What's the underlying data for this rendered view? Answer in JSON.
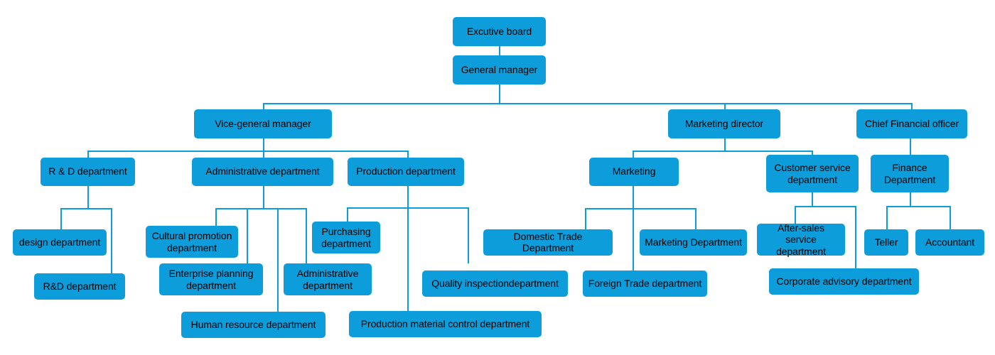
{
  "chart_data": {
    "type": "diagram",
    "subtype": "organizational-chart",
    "title": "",
    "orientation": "top-down",
    "node_fill_color": "#0d9ddb",
    "connector_color": "#0d9ddb",
    "text_color": "#000000",
    "background_color": "#ffffff",
    "levels": 5,
    "nodes": [
      {
        "id": "executive-board",
        "label": "Excutive board",
        "level": 0,
        "parent": null
      },
      {
        "id": "general-manager",
        "label": "General manager",
        "level": 1,
        "parent": "executive-board"
      },
      {
        "id": "vice-general-manager",
        "label": "Vice-general  manager",
        "level": 2,
        "parent": "general-manager"
      },
      {
        "id": "marketing-director",
        "label": "Marketing   director",
        "level": 2,
        "parent": "general-manager"
      },
      {
        "id": "chief-financial-officer",
        "label": "Chief Financial  officer",
        "level": 2,
        "parent": "general-manager"
      },
      {
        "id": "rd-department",
        "label": "R & D department",
        "level": 3,
        "parent": "vice-general-manager"
      },
      {
        "id": "administrative-department",
        "label": "Administrative  department",
        "level": 3,
        "parent": "vice-general-manager"
      },
      {
        "id": "production-department",
        "label": "Production  department",
        "level": 3,
        "parent": "vice-general-manager"
      },
      {
        "id": "marketing",
        "label": "Marketing",
        "level": 3,
        "parent": "marketing-director"
      },
      {
        "id": "customer-service-department",
        "label": "Customer service\ndepartment",
        "level": 3,
        "parent": "marketing-director"
      },
      {
        "id": "finance-department",
        "label": "Finance\nDepartment",
        "level": 3,
        "parent": "chief-financial-officer"
      },
      {
        "id": "design-department",
        "label": "design department",
        "level": 4,
        "parent": "rd-department"
      },
      {
        "id": "rd-department-sub",
        "label": "R&D department",
        "level": 4,
        "parent": "rd-department"
      },
      {
        "id": "cultural-promotion-department",
        "label": "Cultural promotion\ndepartment",
        "level": 4,
        "parent": "administrative-department"
      },
      {
        "id": "enterprise-planning-department",
        "label": "Enterprise planning\ndepartment",
        "level": 4,
        "parent": "administrative-department"
      },
      {
        "id": "human-resource-department",
        "label": "Human resource department",
        "level": 4,
        "parent": "administrative-department"
      },
      {
        "id": "administrative-department-sub",
        "label": "Administrative\ndepartment",
        "level": 4,
        "parent": "administrative-department"
      },
      {
        "id": "purchasing-department",
        "label": "Purchasing\ndepartment",
        "level": 4,
        "parent": "production-department"
      },
      {
        "id": "quality-inspection-department",
        "label": "Quality  inspectiondepartment",
        "level": 4,
        "parent": "production-department"
      },
      {
        "id": "production-material-control-department",
        "label": "Production material   control department",
        "level": 4,
        "parent": "production-department"
      },
      {
        "id": "domestic-trade-department",
        "label": "Domestic Trade  Department",
        "level": 4,
        "parent": "marketing"
      },
      {
        "id": "foreign-trade-department",
        "label": "Foreign Trade   department",
        "level": 4,
        "parent": "marketing"
      },
      {
        "id": "marketing-department",
        "label": "Marketing Department",
        "level": 4,
        "parent": "marketing"
      },
      {
        "id": "after-sales-service-department",
        "label": "After-sales service\ndepartment",
        "level": 4,
        "parent": "customer-service-department"
      },
      {
        "id": "corporate-advisory-department",
        "label": "Corporate advisory  department",
        "level": 4,
        "parent": "customer-service-department"
      },
      {
        "id": "teller",
        "label": "Teller",
        "level": 4,
        "parent": "finance-department"
      },
      {
        "id": "accountant",
        "label": "Accountant",
        "level": 4,
        "parent": "finance-department"
      }
    ]
  },
  "nodes": {
    "executive_board": "Excutive board",
    "general_manager": "General manager",
    "vice_general_manager": "Vice-general  manager",
    "marketing_director": "Marketing   director",
    "chief_financial_officer": "Chief Financial  officer",
    "rd_department": "R & D department",
    "administrative_department": "Administrative  department",
    "production_department": "Production  department",
    "marketing": "Marketing",
    "customer_service_department_l1": "Customer service",
    "customer_service_department_l2": "department",
    "finance_department_l1": "Finance",
    "finance_department_l2": "Department",
    "design_department": "design department",
    "rd_department_sub": "R&D department",
    "cultural_promotion_l1": "Cultural promotion",
    "cultural_promotion_l2": "department",
    "enterprise_planning_l1": "Enterprise planning",
    "enterprise_planning_l2": "department",
    "human_resource_department": "Human resource department",
    "administrative_sub_l1": "Administrative",
    "administrative_sub_l2": "department",
    "purchasing_l1": "Purchasing",
    "purchasing_l2": "department",
    "quality_inspection_department": "Quality  inspectiondepartment",
    "production_material_control": "Production material   control department",
    "domestic_trade_department": "Domestic Trade  Department",
    "foreign_trade_department": "Foreign Trade   department",
    "marketing_department": "Marketing Department",
    "after_sales_l1": "After-sales service",
    "after_sales_l2": "department",
    "corporate_advisory_department": "Corporate advisory  department",
    "teller": "Teller",
    "accountant": "Accountant"
  }
}
